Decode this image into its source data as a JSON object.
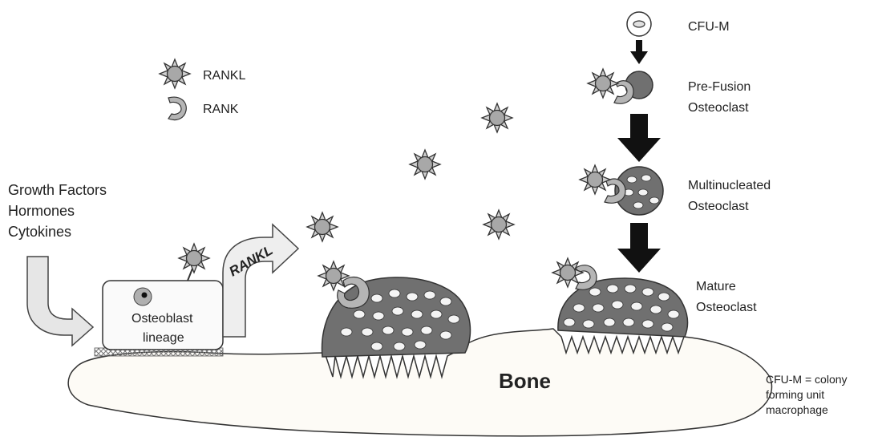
{
  "legend": {
    "rankl": "RANKL",
    "rank": "RANK"
  },
  "inputs": {
    "line1": "Growth Factors",
    "line2": "Hormones",
    "line3": "Cytokines"
  },
  "osteoblast": {
    "line1": "Osteoblast",
    "line2": "lineage"
  },
  "rankl_arrow_text": "RANKL",
  "bone_label": "Bone",
  "lineage": {
    "cfu_m": "CFU-M",
    "pre_fusion_1": "Pre-Fusion",
    "pre_fusion_2": "Osteoclast",
    "multinucleated_1": "Multinucleated",
    "multinucleated_2": "Osteoclast",
    "mature_1": "Mature",
    "mature_2": "Osteoclast"
  },
  "footnote": {
    "line1": "CFU-M = colony",
    "line2": "forming unit",
    "line3": "macrophage"
  },
  "colors": {
    "cell_dark": "#707070",
    "rankl_body": "#a8a8a8",
    "rank_receptor": "#b5b5b5",
    "arrow_black": "#111111",
    "bone_fill": "#fdfbf6",
    "nucleus_fill": "#f4f4f4"
  }
}
